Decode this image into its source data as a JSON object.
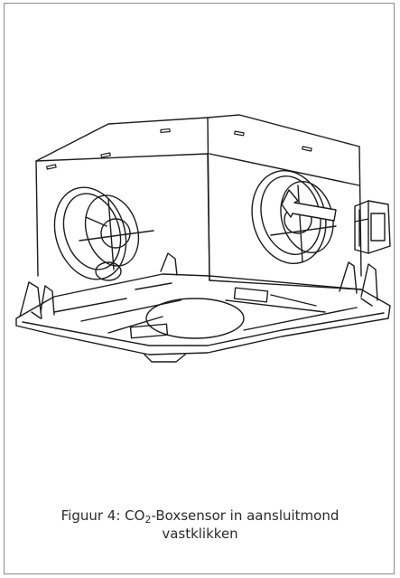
{
  "figure": {
    "caption_prefix": "Figuur 4: CO",
    "caption_subscript": "2",
    "caption_suffix": "-Boxsensor in aansluitmond",
    "caption_line2": "vastklikken"
  }
}
